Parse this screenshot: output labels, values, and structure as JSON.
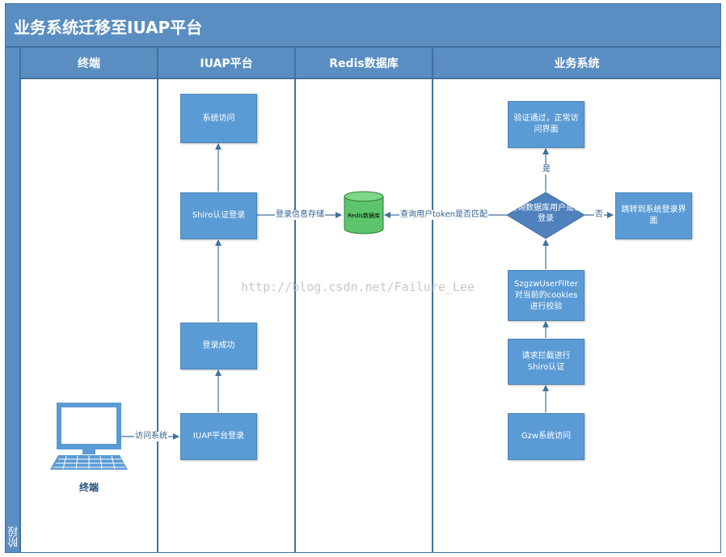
{
  "title": "业务系统迁移至IUAP平台",
  "phase_label": "阶段",
  "lanes": {
    "terminal": "终端",
    "iuap": "IUAP平台",
    "redis": "Redis数据库",
    "business": "业务系统"
  },
  "nodes": {
    "terminal_device": "终端",
    "system_access": "系统访问",
    "shiro_auth_login": "Shiro认证登录",
    "login_success": "登录成功",
    "iuap_login": "IUAP平台登录",
    "redis_db": "Redis数据库",
    "verify_pass": "验证通过，正常访问界面",
    "query_db": "查询数据库用户是否登录",
    "redirect_login": "跳转到系统登录界面",
    "filter_check": "SzgzwUserFilter对当前的cookies进行校验",
    "intercept": "请求拦截进行Shiro认证",
    "gzw_access": "Gzw系统访问"
  },
  "edges": {
    "access_system": "访问系统",
    "store_login_info": "登录信息存储",
    "query_token": "查询用户token是否匹配",
    "yes": "是",
    "no": "否"
  },
  "watermark": "http://blog.csdn.net/Failure_Lee",
  "colors": {
    "header": "#5A8EC2",
    "box": "#5B9BD5",
    "border": "#41719C",
    "db": "#5CC56B"
  }
}
